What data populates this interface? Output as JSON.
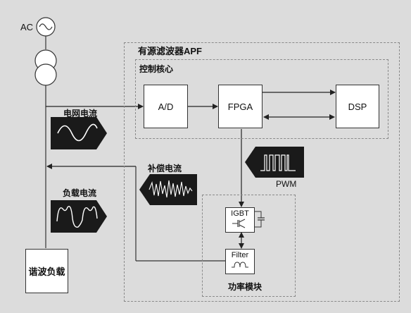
{
  "diagram": {
    "source_label": "AC",
    "apf_title": "有源滤波器APF",
    "control_core_title": "控制核心",
    "grid_current_label": "电网电流",
    "comp_current_label": "补偿电流",
    "load_current_label": "负载电流",
    "load_label": "谐波负载",
    "power_module_title": "功率模块",
    "pwm_label": "PWM",
    "blocks": {
      "ad": "A/D",
      "fpga": "FPGA",
      "dsp": "DSP",
      "igbt": "IGBT",
      "filter": "Filter"
    }
  },
  "colors": {
    "background": "#dcdcdc",
    "block_fill": "#ffffff",
    "line": "#333333",
    "callout_fill": "#1a1a1a",
    "waveform": "#ffffff"
  },
  "icons": [
    "ac-source-icon",
    "transformer-icon",
    "igbt-icon",
    "capacitor-icon",
    "inductor-icon"
  ]
}
